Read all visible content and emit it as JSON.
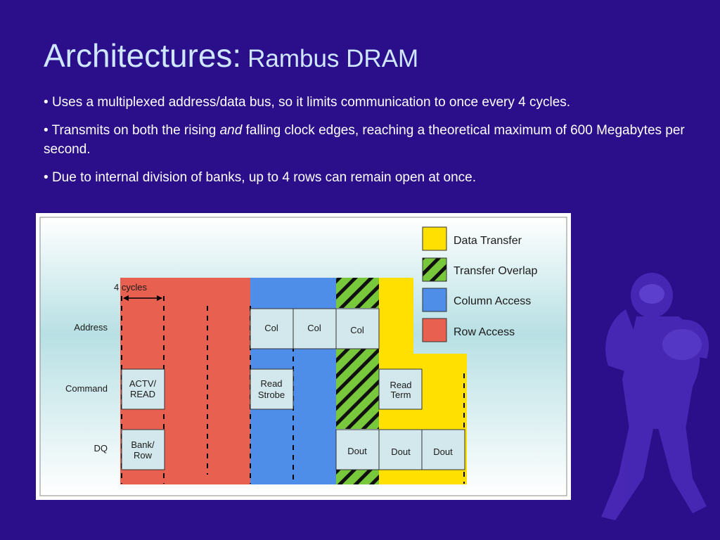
{
  "slide": {
    "title_main": "Architectures:",
    "title_sub": "Rambus DRAM",
    "bullets": [
      {
        "marker": "•",
        "text": "Uses a multiplexed address/data bus, so it limits communication to once every 4 cycles."
      },
      {
        "marker": "•",
        "pre": "Transmits on both the rising",
        "em": "and",
        "post": "falling clock edges, reaching a theoretical maximum of 600 Megabytes per second."
      },
      {
        "marker": "•",
        "text": "Due to internal division of banks, up to 4 rows can remain open at once."
      }
    ]
  },
  "diagram": {
    "legend": [
      {
        "label": "Data Transfer",
        "color": "#ffe000",
        "pattern": false
      },
      {
        "label": "Transfer Overlap",
        "color": "#78c83c",
        "pattern": true
      },
      {
        "label": "Column Access",
        "color": "#4f8ee8",
        "pattern": false
      },
      {
        "label": "Row Access",
        "color": "#e86050",
        "pattern": false
      }
    ],
    "cycles_label": "4 cycles",
    "row_labels": {
      "address": "Address",
      "command": "Command",
      "dq": "DQ"
    },
    "boxes": {
      "actv_read": [
        "ACTV/",
        "READ"
      ],
      "bank_row": [
        "Bank/",
        "Row"
      ],
      "col1": "Col",
      "col2": "Col",
      "col3": "Col",
      "read_strobe": [
        "Read",
        "Strobe"
      ],
      "read_term": [
        "Read",
        "Term"
      ],
      "dout1": "Dout",
      "dout2": "Dout",
      "dout3": "Dout"
    },
    "colors": {
      "row_access": "#e86050",
      "column_access": "#4f8ee8",
      "data_transfer": "#ffe000",
      "overlap_green": "#78c83c",
      "box_fill": "#d2e8ec",
      "background": "#2a0e8a"
    }
  },
  "decoration": {
    "image": "football-player-silhouette"
  }
}
